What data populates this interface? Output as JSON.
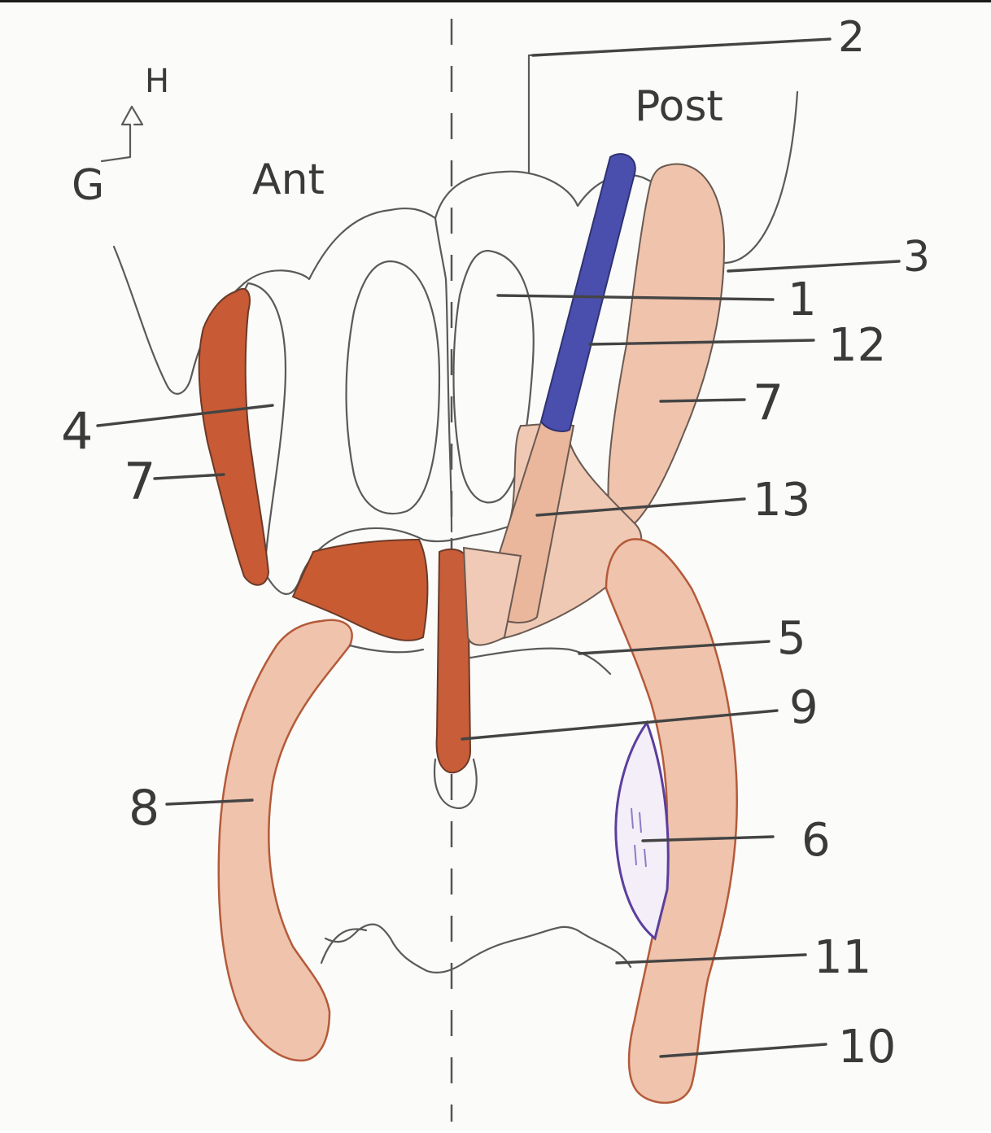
{
  "colors": {
    "paper": "#fbfbf9",
    "pencil": "#5a5a5a",
    "dark_orange": "#c85a35",
    "light_orange": "#efc3ac",
    "blue": "#4a4fae",
    "purple": "#5b3f9e"
  },
  "orientation": {
    "top_left_axes": "G",
    "top_left_axes_up": "H",
    "anterior": "Ant",
    "posterior": "Post"
  },
  "callouts": {
    "n1": "1",
    "n2": "2",
    "n3": "3",
    "n4": "4",
    "n5": "5",
    "n6": "6",
    "n7_left": "7",
    "n7_right": "7",
    "n8": "8",
    "n9": "9",
    "n10": "10",
    "n11": "11",
    "n12": "12",
    "n13": "13"
  }
}
